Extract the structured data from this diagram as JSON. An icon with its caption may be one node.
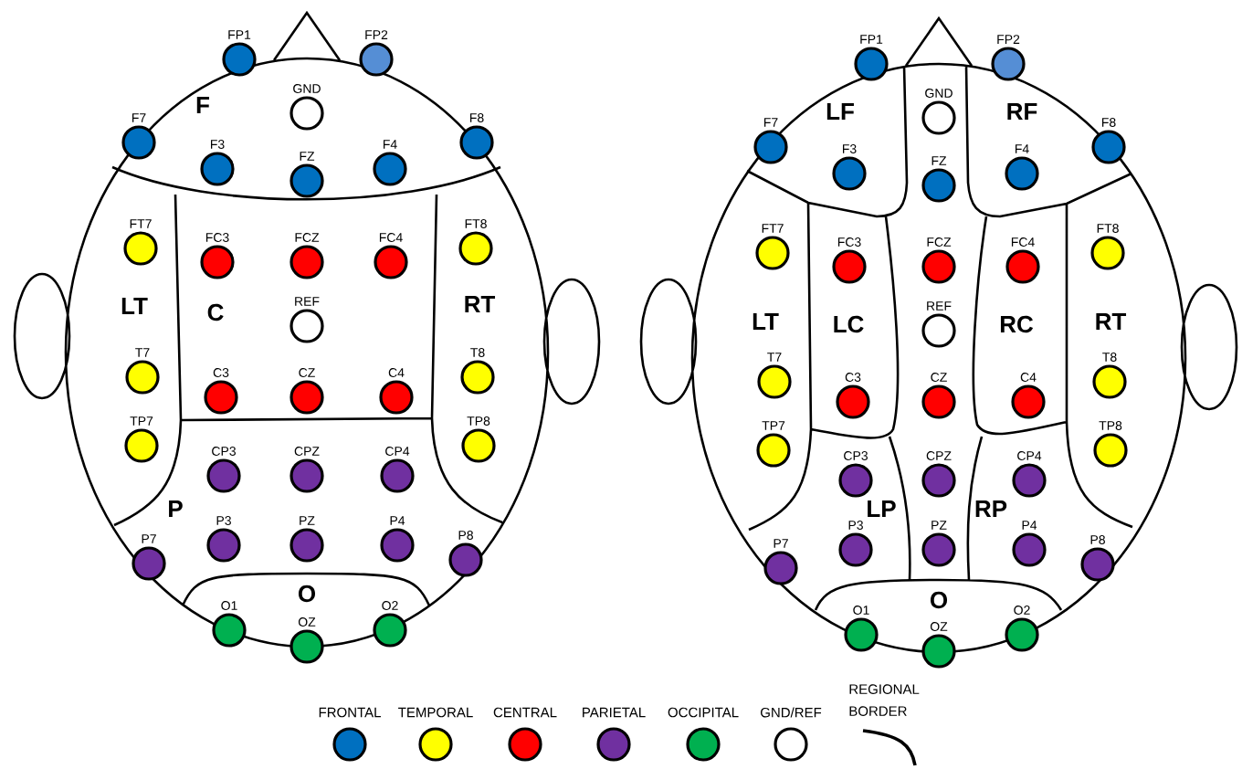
{
  "diagram": {
    "nodes": [
      {
        "text": [
          "FP1"
        ]
      },
      {
        "text": [
          "FP2"
        ]
      },
      {
        "text": [
          "GND"
        ]
      },
      {
        "text": [
          "F7"
        ]
      },
      {
        "text": [
          "F3"
        ]
      },
      {
        "text": [
          "FZ"
        ]
      },
      {
        "text": [
          "F4"
        ]
      },
      {
        "text": [
          "F8"
        ]
      },
      {
        "text": [
          "FT7"
        ]
      },
      {
        "text": [
          "FC3"
        ]
      },
      {
        "text": [
          "FCZ"
        ]
      },
      {
        "text": [
          "FC4"
        ]
      },
      {
        "text": [
          "FT8"
        ]
      },
      {
        "text": [
          "REF"
        ]
      },
      {
        "text": [
          "T7"
        ]
      },
      {
        "text": [
          "C3"
        ]
      },
      {
        "text": [
          "CZ"
        ]
      },
      {
        "text": [
          "C4"
        ]
      },
      {
        "text": [
          "T8"
        ]
      },
      {
        "text": [
          "TP7"
        ]
      },
      {
        "text": [
          "CP3"
        ]
      },
      {
        "text": [
          "CPZ"
        ]
      },
      {
        "text": [
          "CP4"
        ]
      },
      {
        "text": [
          "TP8"
        ]
      },
      {
        "text": [
          "P7"
        ]
      },
      {
        "text": [
          "P3"
        ]
      },
      {
        "text": [
          "PZ"
        ]
      },
      {
        "text": [
          "P4"
        ]
      },
      {
        "text": [
          "P8"
        ]
      },
      {
        "text": [
          "O1"
        ]
      },
      {
        "text": [
          "OZ"
        ]
      },
      {
        "text": [
          "O2"
        ]
      },
      {
        "text": [
          "FP1"
        ]
      },
      {
        "text": [
          "FP2"
        ]
      },
      {
        "text": [
          "GND"
        ]
      },
      {
        "text": [
          "F7"
        ]
      },
      {
        "text": [
          "F3"
        ]
      },
      {
        "text": [
          "FZ"
        ]
      },
      {
        "text": [
          "F4"
        ]
      },
      {
        "text": [
          "F8"
        ]
      },
      {
        "text": [
          "FT7"
        ]
      },
      {
        "text": [
          "FC3"
        ]
      },
      {
        "text": [
          "FCZ"
        ]
      },
      {
        "text": [
          "FC4"
        ]
      },
      {
        "text": [
          "FT8"
        ]
      },
      {
        "text": [
          "REF"
        ]
      },
      {
        "text": [
          "T7"
        ]
      },
      {
        "text": [
          "C3"
        ]
      },
      {
        "text": [
          "CZ"
        ]
      },
      {
        "text": [
          "C4"
        ]
      },
      {
        "text": [
          "T8"
        ]
      },
      {
        "text": [
          "TP7"
        ]
      },
      {
        "text": [
          "CP3"
        ]
      },
      {
        "text": [
          "CPZ"
        ]
      },
      {
        "text": [
          "CP4"
        ]
      },
      {
        "text": [
          "TP8"
        ]
      },
      {
        "text": [
          "P7"
        ]
      },
      {
        "text": [
          "P3"
        ]
      },
      {
        "text": [
          "PZ"
        ]
      },
      {
        "text": [
          "P4"
        ]
      },
      {
        "text": [
          "P8"
        ]
      },
      {
        "text": [
          "O1"
        ]
      },
      {
        "text": [
          "OZ"
        ]
      },
      {
        "text": [
          "O2"
        ]
      }
    ],
    "labels": [
      "F",
      "LT",
      "C",
      "RT",
      "P",
      "O",
      "LF",
      "RF",
      "LT",
      "LC",
      "RC",
      "RT",
      "LP",
      "RP",
      "O"
    ],
    "legend": [
      {
        "text": "FRONTAL",
        "color": "#0070c0"
      },
      {
        "text": "TEMPORAL",
        "color": "#ffff00"
      },
      {
        "text": "CENTRAL",
        "color": "#ff0000"
      },
      {
        "text": "PARIETAL",
        "color": "#7030a0"
      },
      {
        "text": "OCCIPITAL",
        "color": "#00b050"
      },
      {
        "text": "GND/REF"
      },
      {
        "text": "REGIONAL BORDER"
      }
    ]
  }
}
